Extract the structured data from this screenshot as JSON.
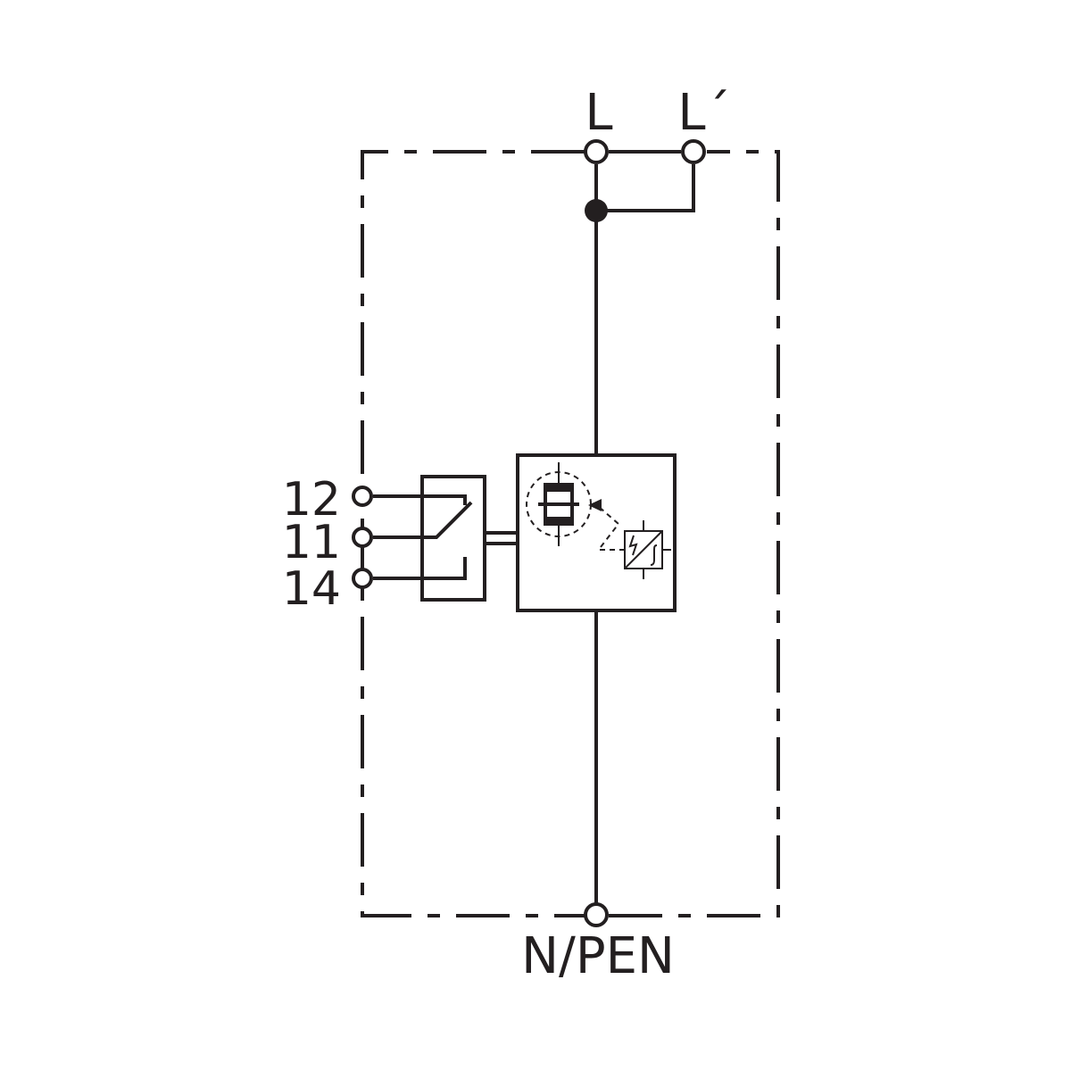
{
  "terminals": {
    "line": "L",
    "line_prime": "L´",
    "neutral": "N/PEN",
    "contact_12": "12",
    "contact_11": "11",
    "contact_14": "14"
  },
  "colors": {
    "ink": "#231f20",
    "background": "#ffffff"
  }
}
